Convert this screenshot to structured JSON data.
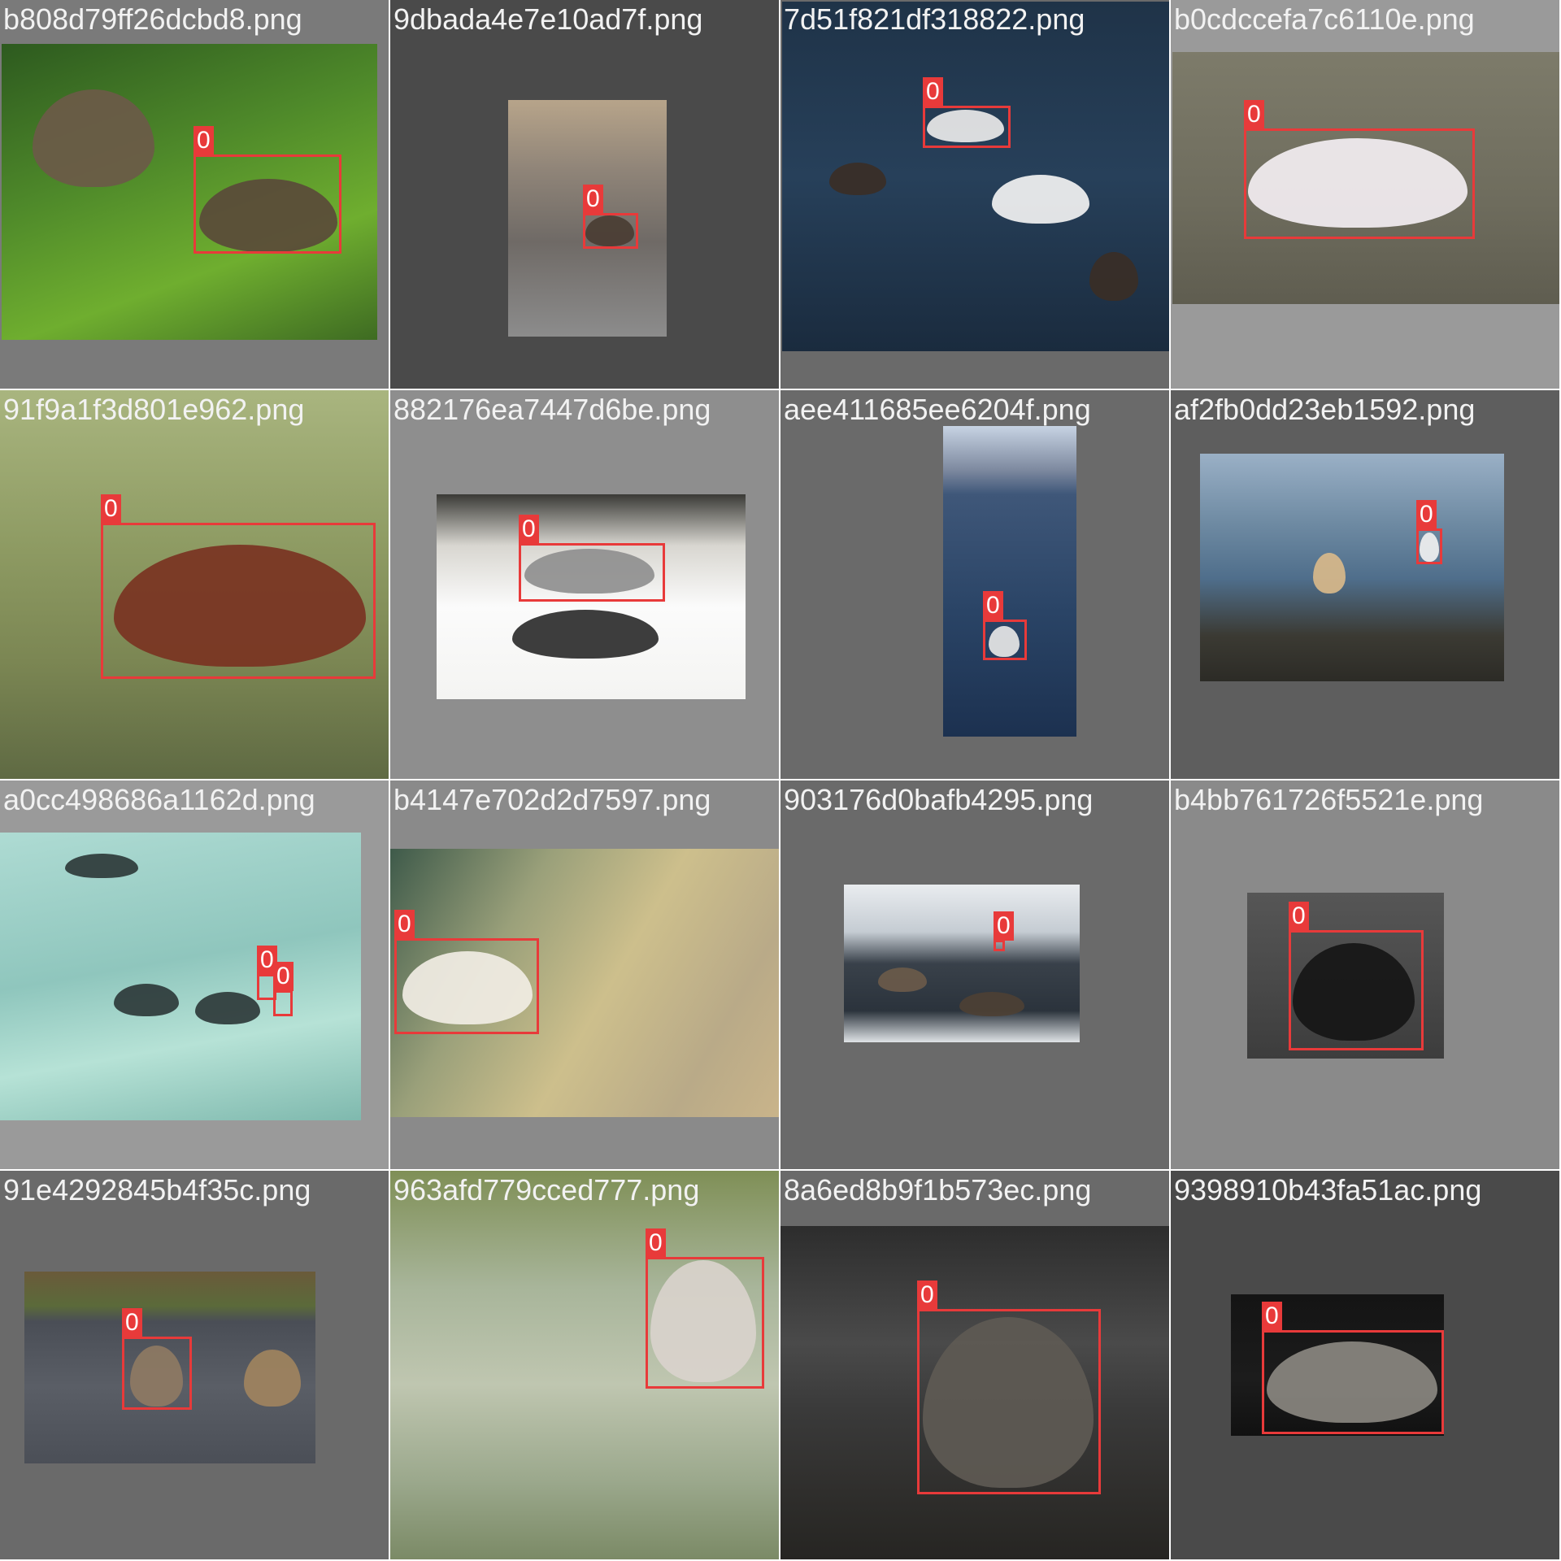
{
  "tiles": [
    {
      "filename": "b808d79ff26dcbd8.png",
      "class_label": "0",
      "tile_bg": "#7a7a7a",
      "photo_bg": "linear-gradient(160deg,#2d5a1f,#4f8a2a 40%,#6fae2f 70%,#3e6b22)",
      "birds": [
        "#6b5a48",
        "#5a4a3a"
      ]
    },
    {
      "filename": "9dbada4e7e10ad7f.png",
      "class_label": "0",
      "tile_bg": "#4a4a4a",
      "photo_bg": "linear-gradient(180deg,#b7a48a,#8f8478 30%,#6f6a66 60%,#8c8c8c)",
      "birds": [
        "#4a3d33"
      ]
    },
    {
      "filename": "7d51f821df318822.png",
      "class_label": "0",
      "tile_bg": "#6a6a6a",
      "photo_bg": "linear-gradient(180deg,#1f3348,#27405a 50%,#1a2b3e)",
      "birds": [
        "#e9e9e9",
        "#3a2e26",
        "#f2f2f2",
        "#3a2e26"
      ]
    },
    {
      "filename": "b0cdccefa7c6110e.png",
      "class_label": "0",
      "tile_bg": "#9a9a9a",
      "photo_bg": "linear-gradient(180deg,#7d7b6a,#6e6c5d 60%,#5f5d50)",
      "birds": [
        "#f3eef2"
      ]
    },
    {
      "filename": "91f9a1f3d801e962.png",
      "class_label": "0",
      "tile_bg": "#6f7a55",
      "photo_bg": "linear-gradient(180deg,#a9b57f,#8e9b63 40%,#7b8653 70%,#5f6a43)",
      "birds": [
        "#7a3322"
      ]
    },
    {
      "filename": "882176ea7447d6be.png",
      "class_label": "0",
      "tile_bg": "#8e8e8e",
      "photo_bg": "linear-gradient(180deg,#3a3a36,#d8d6d0 25%,#fbfbfb 55%,#f4f4f2)",
      "birds": [
        "#8f8f8f",
        "#2c2c2c"
      ]
    },
    {
      "filename": "aee411685ee6204f.png",
      "class_label": "0",
      "tile_bg": "#6a6a6a",
      "photo_bg": "linear-gradient(180deg,#c7d3e3,#7e8aa0 14%,#3f5779 22%,#2a4466 60%,#1c3150)",
      "birds": [
        "#e6e6e6"
      ]
    },
    {
      "filename": "af2fb0dd23eb1592.png",
      "class_label": "0",
      "tile_bg": "#5e5e5e",
      "photo_bg": "linear-gradient(180deg,#9ab0c6,#6f8ba3 30%,#4f6e8b 55%,#3b3a33 80%,#2c2b26)",
      "birds": [
        "#f0f0f0",
        "#d8b98a"
      ]
    },
    {
      "filename": "a0cc498686a1162d.png",
      "class_label": "0",
      "tile_bg": "#9a9a9a",
      "photo_bg": "linear-gradient(170deg,#aedbd3,#8fc6bd 45%,#b6e2d6 70%,#7fb9ae)",
      "birds": [
        "#2e3a3a",
        "#2e3a3a",
        "#2e3a3a"
      ]
    },
    {
      "filename": "b4147e702d2d7597.png",
      "class_label": "0",
      "tile_bg": "#8a8a8a",
      "photo_bg": "linear-gradient(120deg,#3e5a4a,#9aa07a 30%,#cdbf8c 55%,#b9aa88 80%,#c9b48a)",
      "birds": [
        "#f1ede4"
      ]
    },
    {
      "filename": "903176d0bafb4295.png",
      "class_label": "0",
      "tile_bg": "#6a6a6a",
      "photo_bg": "linear-gradient(180deg,#e9ecef,#c5ccd3 30%,#39414a 50%,#2b333c 80%,#dfe3e6)",
      "birds": [
        "#6a5a4a",
        "#4d4034"
      ]
    },
    {
      "filename": "b4bb761726f5521e.png",
      "class_label": "0",
      "tile_bg": "#8a8a8a",
      "photo_bg": "linear-gradient(180deg,#565656,#4a4a4a 50%,#3d3d3d)",
      "birds": [
        "#161616"
      ]
    },
    {
      "filename": "91e4292845b4f35c.png",
      "class_label": "0",
      "tile_bg": "#6a6a6a",
      "photo_bg": "linear-gradient(180deg,#6a5a3a,#5b6a3a 18%,#4a4e56 26%,#5a5e66 60%,#4b4f57)",
      "birds": [
        "#8e7a63",
        "#a0835e"
      ]
    },
    {
      "filename": "963afd779cced777.png",
      "class_label": "0",
      "tile_bg": "#8b9a78",
      "photo_bg": "linear-gradient(180deg,#7f8f56,#a8b59a 30%,#bfc6b0 55%,#9ba88c 80%,#7b8a66)",
      "birds": [
        "#d9d3cc"
      ]
    },
    {
      "filename": "8a6ed8b9f1b573ec.png",
      "class_label": "0",
      "tile_bg": "#6a6a6a",
      "photo_bg": "linear-gradient(180deg,#2d2d2d,#4a4a4a 35%,#3a3a3a 55%,#2f2e2c 80%,#262522)",
      "birds": [
        "#5e5a54"
      ]
    },
    {
      "filename": "9398910b43fa51ac.png",
      "class_label": "0",
      "tile_bg": "#4a4a4a",
      "photo_bg": "linear-gradient(180deg,#141414,#1c1c1c 60%,#111111)",
      "birds": [
        "#8a8780"
      ]
    }
  ]
}
